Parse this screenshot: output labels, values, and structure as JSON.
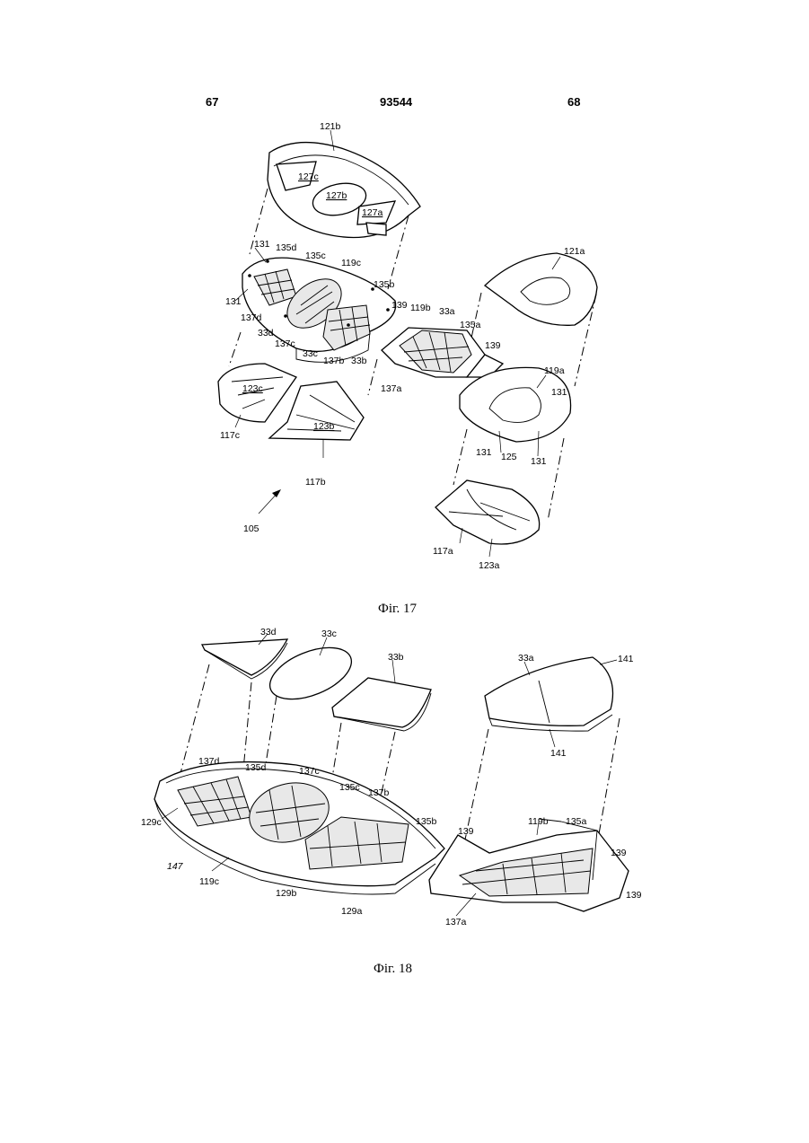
{
  "header": {
    "left_page": "67",
    "patent_number": "93544",
    "right_page": "68"
  },
  "figure17": {
    "caption": "Фіг. 17",
    "labels": {
      "l121b": "121b",
      "l127c": "127c",
      "l127b": "127b",
      "l127a": "127a",
      "l131a": "131",
      "l135d": "135d",
      "l135c": "135c",
      "l119c": "119c",
      "l131b": "131",
      "l137d": "137d",
      "l33d": "33d",
      "l137c": "137c",
      "l33c": "33c",
      "l137b": "137b",
      "l33b": "33b",
      "l135b": "135b",
      "l121a": "121a",
      "l139a": "139",
      "l119b": "119b",
      "l33a": "33a",
      "l135a": "135a",
      "l139b": "139",
      "l137a": "137a",
      "l119a": "119a",
      "l131c": "131",
      "l123c": "123c",
      "l117c": "117c",
      "l123b": "123b",
      "l117b": "117b",
      "l131d": "131",
      "l125": "125",
      "l131e": "131",
      "l105": "105",
      "l117a": "117a",
      "l123a": "123a"
    }
  },
  "figure18": {
    "caption": "Фіг. 18",
    "labels": {
      "m33d": "33d",
      "m33c": "33c",
      "m33b": "33b",
      "m33a": "33a",
      "m141a": "141",
      "m141b": "141",
      "m137d": "137d",
      "m135d": "135d",
      "m137c": "137c",
      "m135c": "135c",
      "m137b": "137b",
      "m135b": "135b",
      "m129c": "129c",
      "m147": "147",
      "m119c": "119c",
      "m129b": "129b",
      "m129a": "129a",
      "m139a": "139",
      "m119b": "119b",
      "m135a": "135a",
      "m139b": "139",
      "m139c": "139",
      "m137a": "137a"
    }
  }
}
